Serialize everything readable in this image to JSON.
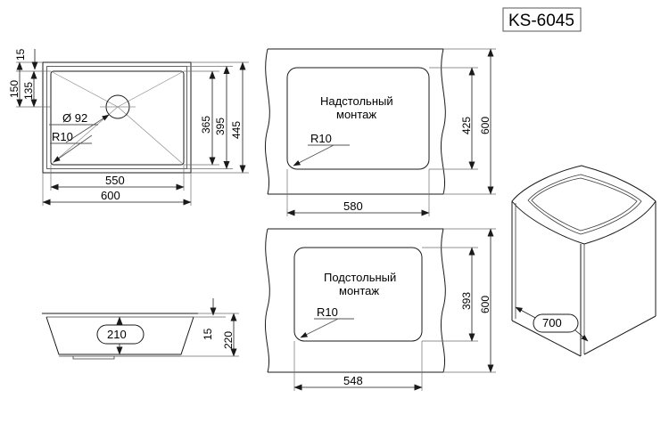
{
  "title_block": {
    "model": "KS-6045"
  },
  "views": {
    "plan": {
      "name": "plan-view",
      "dims": {
        "rim_top": "15",
        "left_150": "150",
        "left_135": "135",
        "right_365": "365",
        "right_395": "395",
        "right_445": "445",
        "bottom_550": "550",
        "bottom_600": "600"
      },
      "callouts": {
        "drain_diameter": "Ø 92",
        "corner_radius": "R10"
      }
    },
    "section": {
      "name": "section-view",
      "dims": {
        "depth_capsule": "210",
        "rim_15": "15",
        "total_220": "220"
      }
    },
    "overmount": {
      "name": "overmount-cutout-view",
      "label_line1": "Надстольный",
      "label_line2": "монтаж",
      "dims": {
        "height_425": "425",
        "height_600": "600",
        "width_580": "580"
      },
      "callouts": {
        "corner_radius": "R10"
      }
    },
    "undermount": {
      "name": "undermount-cutout-view",
      "label_line1": "Подстольный",
      "label_line2": "монтаж",
      "dims": {
        "height_393": "393",
        "height_600": "600",
        "width_548": "548"
      },
      "callouts": {
        "corner_radius": "R10"
      }
    },
    "isometric": {
      "name": "isometric-cabinet-view",
      "dims": {
        "cabinet_width_capsule": "700"
      }
    }
  },
  "colors": {
    "line": "#1a1a1a",
    "extension_line": "#6e6e6e",
    "background": "#ffffff"
  }
}
